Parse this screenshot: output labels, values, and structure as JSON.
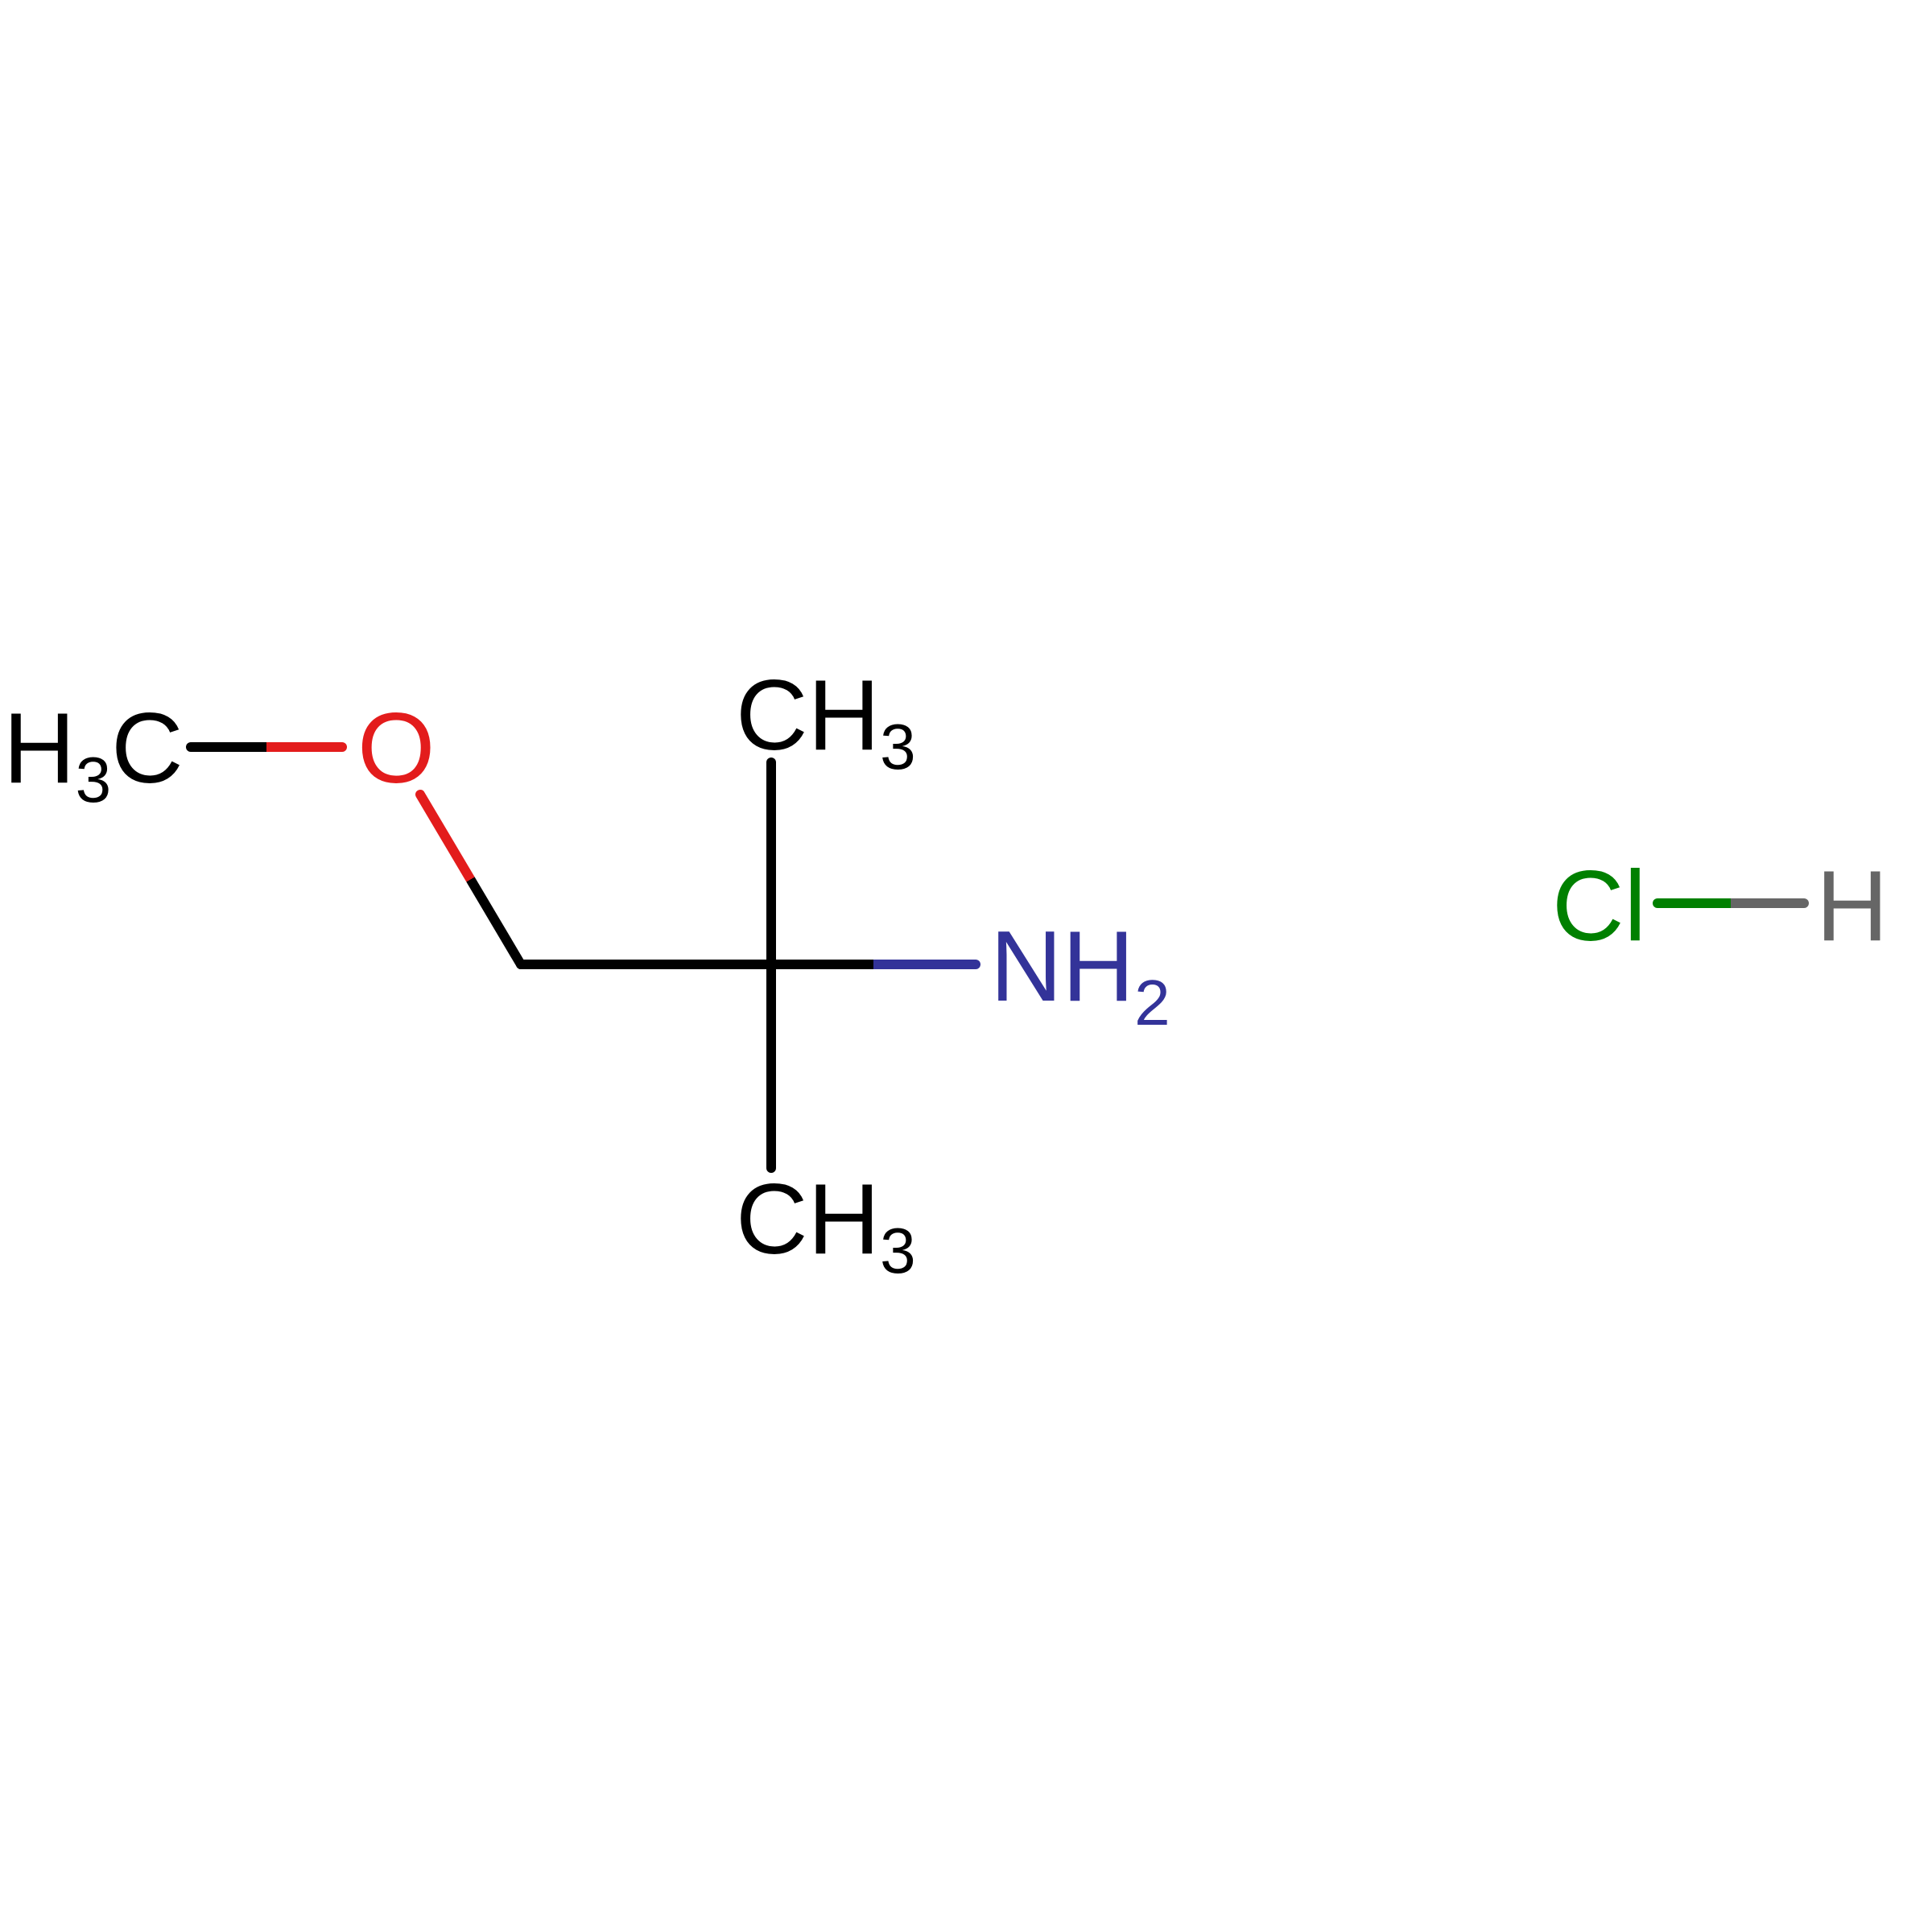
{
  "molecule": {
    "atoms": {
      "methyl_left": {
        "main": "H",
        "sub": "3",
        "tail": "C",
        "color": "#000000"
      },
      "oxygen": {
        "label": "O",
        "color": "#e31c1c"
      },
      "methyl_top": {
        "main": "CH",
        "sub": "3",
        "color": "#000000"
      },
      "methyl_bottom": {
        "main": "CH",
        "sub": "3",
        "color": "#000000"
      },
      "amine": {
        "main": "NH",
        "sub": "2",
        "color": "#333399"
      },
      "chlorine": {
        "label": "Cl",
        "color": "#008000"
      },
      "hydrogen": {
        "label": "H",
        "color": "#666666"
      }
    },
    "bond_color": "#000000"
  }
}
